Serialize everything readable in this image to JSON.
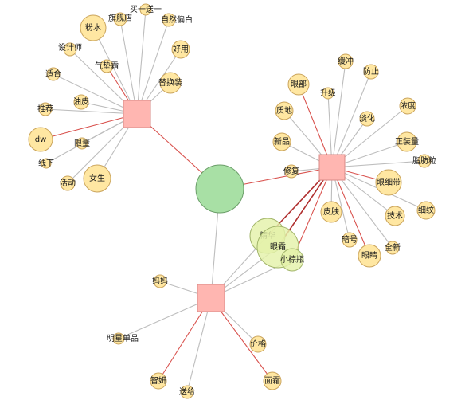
{
  "colors": {
    "edge_gray": "#bdbdbd",
    "edge_red": "#d9534f",
    "edge_dark_red": "#b03030",
    "hub_fill": "#ffb6b1",
    "center_fill": "#a8e0a5",
    "word_fill": "#ffe7a2",
    "word_fill_green": "#e4f2a9"
  },
  "nodes": {
    "hub_topleft": {
      "label": ""
    },
    "hub_right": {
      "label": ""
    },
    "hub_bottom": {
      "label": ""
    },
    "center": {
      "label": ""
    },
    "w_fenshui": {
      "label": "粉水"
    },
    "w_qijiandian": {
      "label": "旗舰店"
    },
    "w_maiyisongyi": {
      "label": "买一送一"
    },
    "w_ziranbaibai": {
      "label": "自然偏白"
    },
    "w_sheji": {
      "label": "设计师"
    },
    "w_qidiangshuang": {
      "label": "气垫霜"
    },
    "w_haoyong": {
      "label": "好用"
    },
    "w_shihe": {
      "label": "适合"
    },
    "w_tihuanzhuang": {
      "label": "替换装"
    },
    "w_youpi": {
      "label": "油皮"
    },
    "w_tuijian": {
      "label": "推荐"
    },
    "w_dw": {
      "label": "dw"
    },
    "w_xianliang": {
      "label": "限量"
    },
    "w_xianxia": {
      "label": "线下"
    },
    "w_nvsheng": {
      "label": "女生"
    },
    "w_huodong": {
      "label": "活动"
    },
    "w_huanchong": {
      "label": "缓冲"
    },
    "w_yanbu": {
      "label": "眼部"
    },
    "w_fangzhi": {
      "label": "防止"
    },
    "w_shengji": {
      "label": "升级"
    },
    "w_zhidi": {
      "label": "质地"
    },
    "w_nongdu": {
      "label": "浓度"
    },
    "w_danhua": {
      "label": "淡化"
    },
    "w_xinpin": {
      "label": "新品"
    },
    "w_zhengzhuangliang": {
      "label": "正装量"
    },
    "w_zhifangli": {
      "label": "脂肪粒"
    },
    "w_xiuhu": {
      "label": "修复"
    },
    "w_yanxidai": {
      "label": "眼细带"
    },
    "w_xiwen": {
      "label": "细纹"
    },
    "w_pifu": {
      "label": "皮肤"
    },
    "w_jishu": {
      "label": "技术"
    },
    "w_anhao": {
      "label": "暗号"
    },
    "w_quanxin": {
      "label": "全新"
    },
    "w_yanjing": {
      "label": "眼睛"
    },
    "w_jinghua": {
      "label": "精华"
    },
    "w_yanshuang": {
      "label": "眼霜"
    },
    "w_xiaozongping": {
      "label": "小棕瓶"
    },
    "w_mama": {
      "label": "妈妈"
    },
    "w_mingxingdanpin": {
      "label": "明星单品"
    },
    "w_jiage": {
      "label": "价格"
    },
    "w_zhiyan": {
      "label": "智妍"
    },
    "w_songgei": {
      "label": "送给"
    },
    "w_mianshuang": {
      "label": "面霜"
    }
  }
}
